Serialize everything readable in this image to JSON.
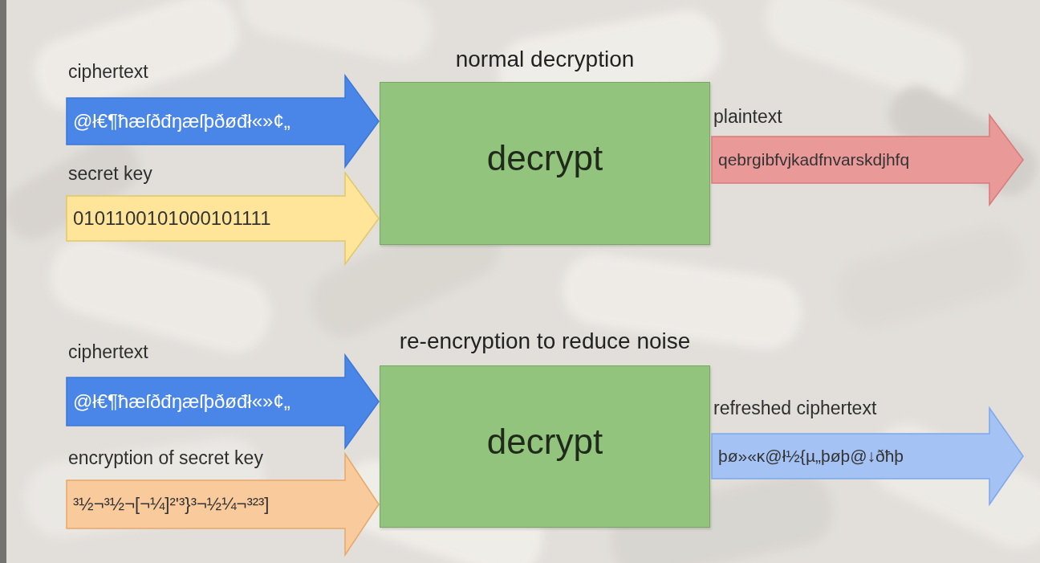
{
  "diagram": {
    "nodes": [
      {
        "text": [
          "ciphertext",
          "@ł€¶ħæſðđŋæſþðøđł«»¢„"
        ]
      },
      {
        "text": [
          "secret key",
          "0101100101000101111"
        ]
      },
      {
        "text": [
          "normal decryption",
          "decrypt"
        ]
      },
      {
        "text": [
          "plaintext",
          "qebrgibfvjkadfnvarskdjhfq"
        ]
      },
      {
        "text": [
          "ciphertext",
          "@ł€¶ħæſðđŋæſþðøđł«»¢„"
        ]
      },
      {
        "text": [
          "encryption of secret key",
          "³½¬³½¬[¬¼]²'³}³¬½¼¬³²³]"
        ]
      },
      {
        "text": [
          "re-encryption to reduce noise",
          "decrypt"
        ]
      },
      {
        "text": [
          "refreshed ciphertext",
          "þø»«ĸ@ł½{µ„þøþ@↓ðħþ"
        ]
      }
    ]
  }
}
